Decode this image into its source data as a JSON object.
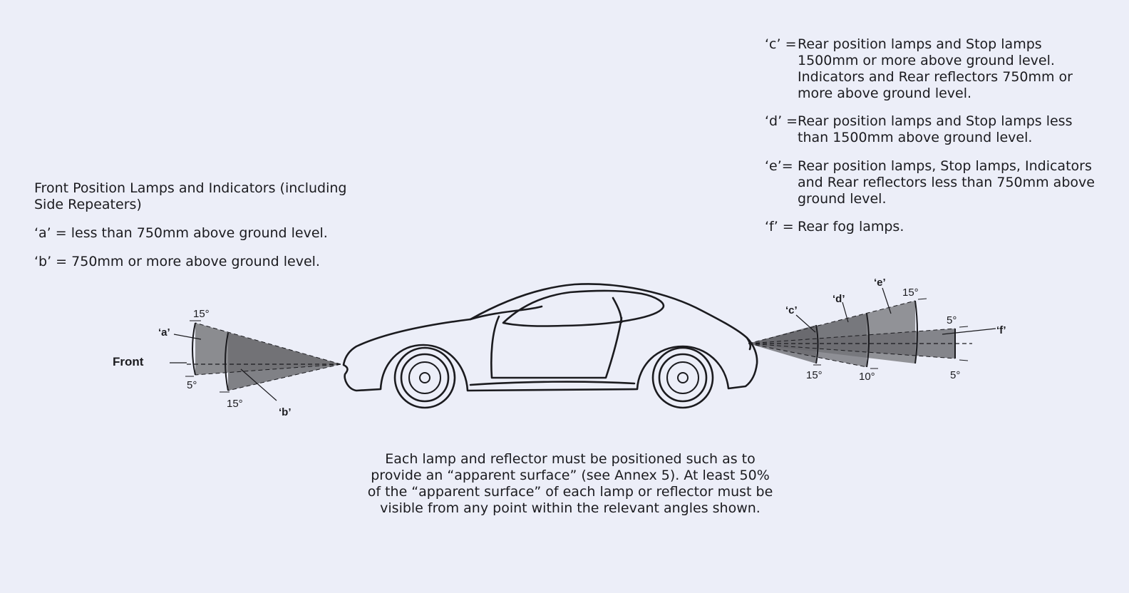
{
  "front_legend": {
    "heading": [
      "Front Position Lamps and Indicators (including",
      "Side Repeaters)"
    ],
    "a": "‘a’ = less than 750mm above ground level.",
    "b": "‘b’ = 750mm or more above ground level."
  },
  "rear_legend": [
    {
      "key": "‘c’ =",
      "lines": [
        "Rear position lamps and Stop lamps",
        "1500mm or more above ground level.",
        "Indicators and Rear reflectors 750mm or",
        "more above ground level."
      ]
    },
    {
      "key": "‘d’ =",
      "lines": [
        "Rear position lamps and Stop lamps less",
        "than 1500mm above ground level."
      ]
    },
    {
      "key": "‘e’=",
      "lines": [
        "Rear position lamps, Stop lamps, Indicators",
        "and Rear reflectors less than 750mm above",
        "ground level."
      ]
    },
    {
      "key": "‘f’ =",
      "lines": [
        "Rear fog lamps."
      ]
    }
  ],
  "note": [
    "Each lamp and reflector must be positioned such as to",
    "provide an “apparent surface” (see Annex 5). At least 50%",
    "of the “apparent surface” of each lamp or reflector must be",
    "visible from any point within the relevant angles shown."
  ],
  "diagram": {
    "front_label": "Front",
    "front_labels": {
      "a": "‘a’",
      "b": "‘b’",
      "top_angle": "15°",
      "inner_angle": "5°",
      "bottom_angle": "15°"
    },
    "rear_labels": {
      "c": "‘c’",
      "d": "‘d’",
      "e": "‘e’",
      "f": "‘f’",
      "e_angle": "15°",
      "f_top_angle": "5°",
      "c_bottom_angle": "15°",
      "d_bottom_angle": "10°",
      "f_bottom_angle": "5°"
    },
    "beam_fill": "#7a7a7e",
    "line_color": "#1b1b1f"
  }
}
